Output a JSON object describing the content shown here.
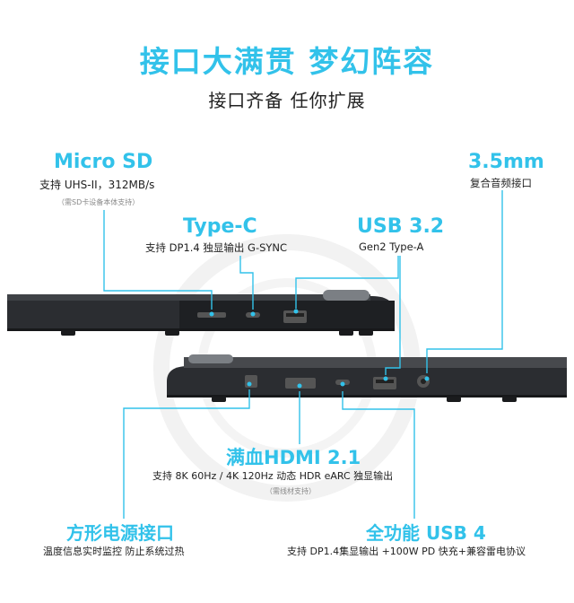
{
  "title": "接口大满贯 梦幻阵容",
  "subtitle": "接口齐备 任你扩展",
  "ports": {
    "microsd": {
      "label": "Micro SD",
      "desc": "支持 UHS-II，312MB/s",
      "note": "（需SD卡设备本体支持）"
    },
    "typec": {
      "label": "Type-C",
      "desc": "支持 DP1.4 独显输出 G-SYNC"
    },
    "usb32": {
      "label": "USB 3.2",
      "desc": "Gen2 Type-A"
    },
    "audio": {
      "label": "3.5mm",
      "desc": "复合音频接口"
    },
    "hdmi": {
      "label": "满血HDMI 2.1",
      "desc": "支持 8K 60Hz / 4K 120Hz  动态 HDR eARC 独显输出",
      "note": "（需线材支持）"
    },
    "power": {
      "label": "方形电源接口",
      "desc": "温度信息实时监控 防止系统过热"
    },
    "usb4": {
      "label": "全功能 USB 4",
      "desc": "支持 DP1.4集显输出 +100W PD 快充+兼容雷电协议"
    }
  },
  "colors": {
    "accent": "#32c2ea",
    "laptop": "#2b2d31",
    "text": "#222222"
  }
}
